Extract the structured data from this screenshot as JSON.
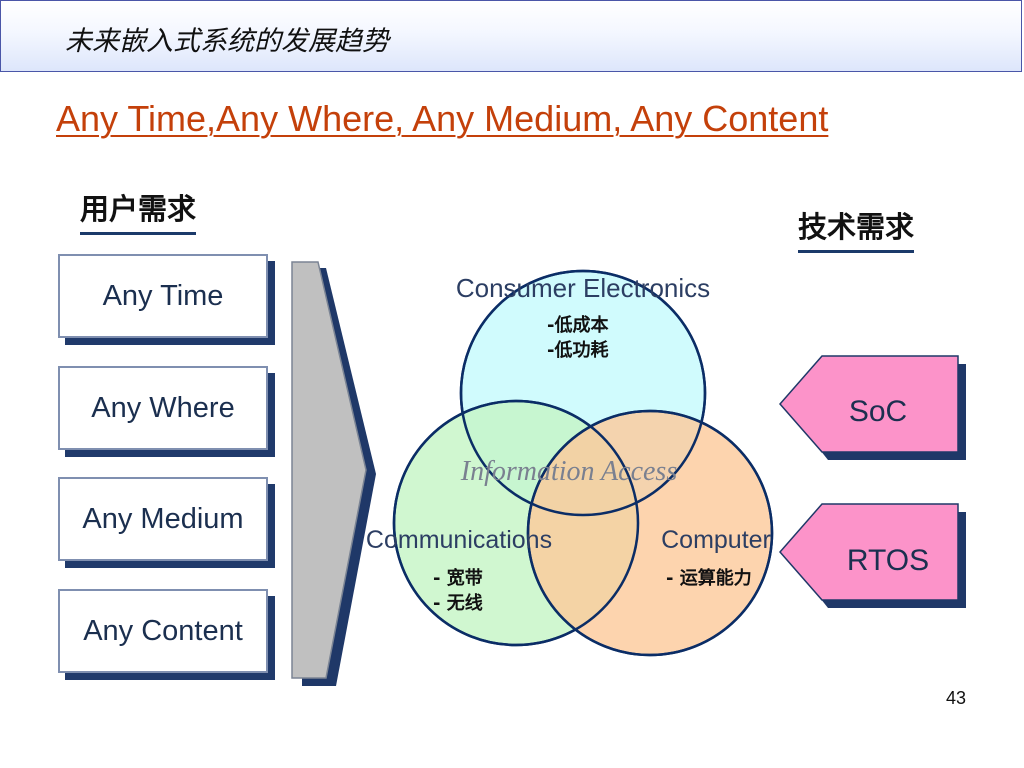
{
  "title": "未来嵌入式系统的发展趋势",
  "subtitle": "Any Time,Any Where, Any Medium, Any Content",
  "user_needs": {
    "heading": "用户需求",
    "items": [
      "Any Time",
      "Any Where",
      "Any Medium",
      "Any Content"
    ]
  },
  "tech_needs": {
    "heading": "技术需求",
    "items": [
      "SoC",
      "RTOS"
    ]
  },
  "venn": {
    "center_label": "Information Access",
    "circles": [
      {
        "label": "Consumer Electronics",
        "bullets": [
          "-低成本",
          "-低功耗"
        ],
        "color": "#ccfbfd"
      },
      {
        "label": "Communications",
        "bullets": [
          "- 宽带",
          "- 无线"
        ],
        "color": "#c4f5c4"
      },
      {
        "label": "Computer",
        "bullets": [
          "- 运算能力"
        ],
        "color": "#fcc99a"
      }
    ]
  },
  "colors": {
    "accent": "#c4400a",
    "arrow_fill": "#c0c0c0",
    "arrow_shadow": "#1f3868",
    "pentagon_fill": "#fc93c9",
    "box_shadow": "#203a6b"
  },
  "page_number": "43"
}
